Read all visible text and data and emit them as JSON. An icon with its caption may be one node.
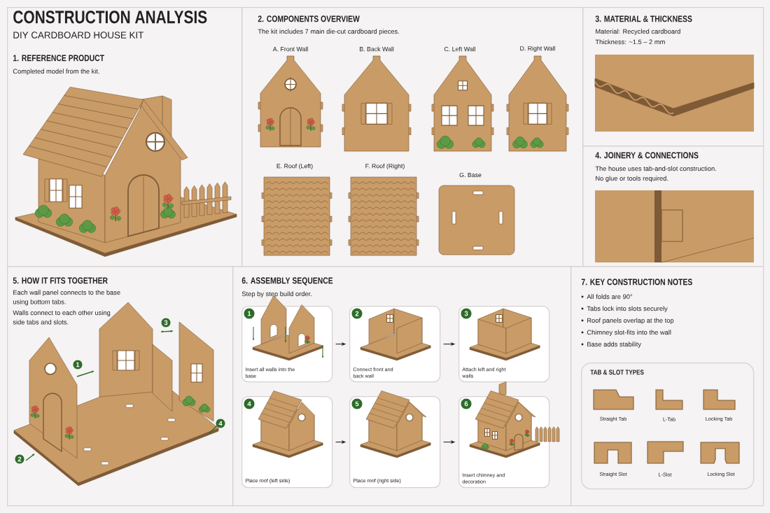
{
  "diagram": {
    "title": "CONSTRUCTION ANALYSIS",
    "nodes": [
      {
        "text": [
          "1. REFERENCE PRODUCT",
          "Completed model from the kit."
        ]
      },
      {
        "text": [
          "2. COMPONENTS OVERVIEW",
          "The kit includes 7 main die-cut cardboard pieces."
        ]
      },
      {
        "text": [
          "3. MATERIAL & THICKNESS",
          "Material: Recycled cardboard",
          "Thickness: ~1.5 – 2 mm"
        ]
      },
      {
        "text": [
          "4. JOINERY & CONNECTIONS",
          "The house uses tab-and-slot construction.",
          "No glue or tools required."
        ]
      },
      {
        "text": [
          "5. HOW IT FITS TOGETHER",
          "Each wall panel connects to the base using bottom tabs.",
          "Walls connect to each other using side tabs and slots."
        ]
      },
      {
        "text": [
          "6. ASSEMBLY SEQUENCE",
          "Step by step build order."
        ]
      },
      {
        "text": [
          "1",
          "Insert all walls into the base"
        ],
        "in": 5
      },
      {
        "text": [
          "2",
          "Connect front and back wall"
        ],
        "in": 5
      },
      {
        "text": [
          "3",
          "Attach left and right walls"
        ],
        "in": 5
      },
      {
        "text": [
          "4",
          "Place roof (left side)"
        ],
        "in": 5
      },
      {
        "text": [
          "5",
          "Place roof (right side)"
        ],
        "in": 5
      },
      {
        "text": [
          "6",
          "Insert chimney and decoration"
        ],
        "in": 5
      },
      {
        "text": [
          "7. KEY CONSTRUCTION NOTES",
          "All folds are 90°",
          "Tabs lock into slots securely",
          "Roof panels overlap at the top",
          "Chimney slot-fits into the wall",
          "Base adds stability"
        ]
      },
      {
        "text": [
          "TAB & SLOT TYPES"
        ],
        "in": 12
      }
    ],
    "edges": [
      {
        "from": 6,
        "to": 7,
        "arrow": "to"
      },
      {
        "from": 7,
        "to": 8,
        "arrow": "to"
      },
      {
        "from": 9,
        "to": 10,
        "arrow": "to"
      },
      {
        "from": 10,
        "to": 11,
        "arrow": "to"
      }
    ],
    "labels": [
      "DIY CARDBOARD HOUSE KIT",
      "A. Front Wall",
      "B. Back Wall",
      "C. Left Wall",
      "D. Right Wall",
      "E. Roof (Left)",
      "F. Roof (Right)",
      "G. Base",
      "3",
      "1",
      "4",
      "2",
      "Straight Tab",
      "L-Tab",
      "Locking Tab",
      "Straight Slot",
      "L-Slot",
      "Locking Slot"
    ]
  }
}
